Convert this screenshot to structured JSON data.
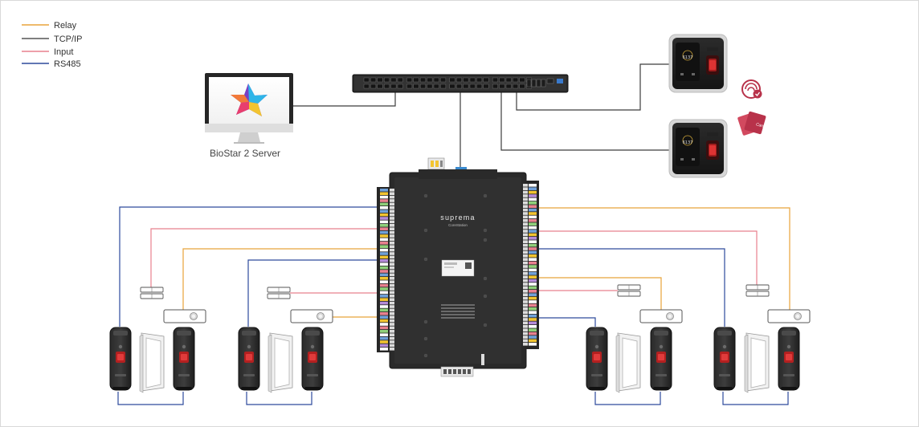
{
  "legend": [
    {
      "label": "Relay",
      "color": "#E8A33A"
    },
    {
      "label": "TCP/IP",
      "color": "#555555"
    },
    {
      "label": "Input",
      "color": "#E8808E"
    },
    {
      "label": "RS485",
      "color": "#2D4A9C"
    }
  ],
  "server": {
    "label": "BioStar 2 Server"
  },
  "controller": {
    "brand": "suprema",
    "model": "CoreStation"
  },
  "icons": [
    "monitor-icon",
    "network-switch-icon",
    "fingerprint-reader-icon",
    "fingerprint-badge-icon",
    "card-badge-icon",
    "card-reader-icon",
    "door-icon",
    "door-sensor-icon",
    "exit-button-icon"
  ]
}
